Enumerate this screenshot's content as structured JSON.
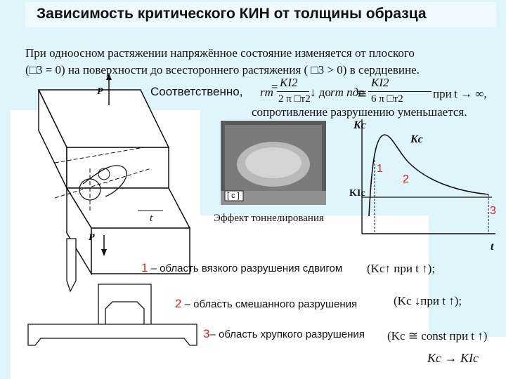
{
  "title": "Зависимость критического КИН от толщины образца",
  "intro": {
    "line1": "При одноосном растяжении напряжённое состояние изменяется от плоского",
    "line2": "(□3 = 0) на поверхности до всестороннего растяжения ( □3 > 0) в сердцевине."
  },
  "formula": {
    "prefix": "Соответственно,",
    "r_t": "rт",
    "eq": "=",
    "num1": "KI2",
    "den1": "2 π □т2",
    "arrow_to": "↓ до",
    "r_tpd": "rт пдс",
    "approx": "≅",
    "num2": "KI2",
    "den2": "6 π □т2",
    "at": "при",
    "limit": "t → ∞,",
    "tail": "сопротивление разрушению уменьшается."
  },
  "specimen": {
    "force_top": "P",
    "force_bottom": "P",
    "thickness": "t"
  },
  "photo": {
    "tag": "[ c ]",
    "caption": "Эффект  тоннелирования"
  },
  "plot": {
    "y_axis": "Kc",
    "x_axis": "t",
    "curve_label": "Kc",
    "kic_label": "KIc",
    "zones": [
      "1",
      "2",
      "3"
    ]
  },
  "regions": [
    {
      "num": "1",
      "text": " – область вязкого разрушения сдвигом",
      "note": "(Kc↑ при t ↑);"
    },
    {
      "num": "2",
      "text": " – область смешанного разрушения",
      "note": "(Kc ↓при t ↑);"
    },
    {
      "num": "3",
      "text": "– область хрупкого разрушения",
      "note": "(Kc ≅ const при t ↑)"
    }
  ],
  "conclusion": "Kc → KIc",
  "colors": {
    "accent_red": "#d42020",
    "background": "#dff4fb",
    "title_bar": "#eef9fd"
  }
}
